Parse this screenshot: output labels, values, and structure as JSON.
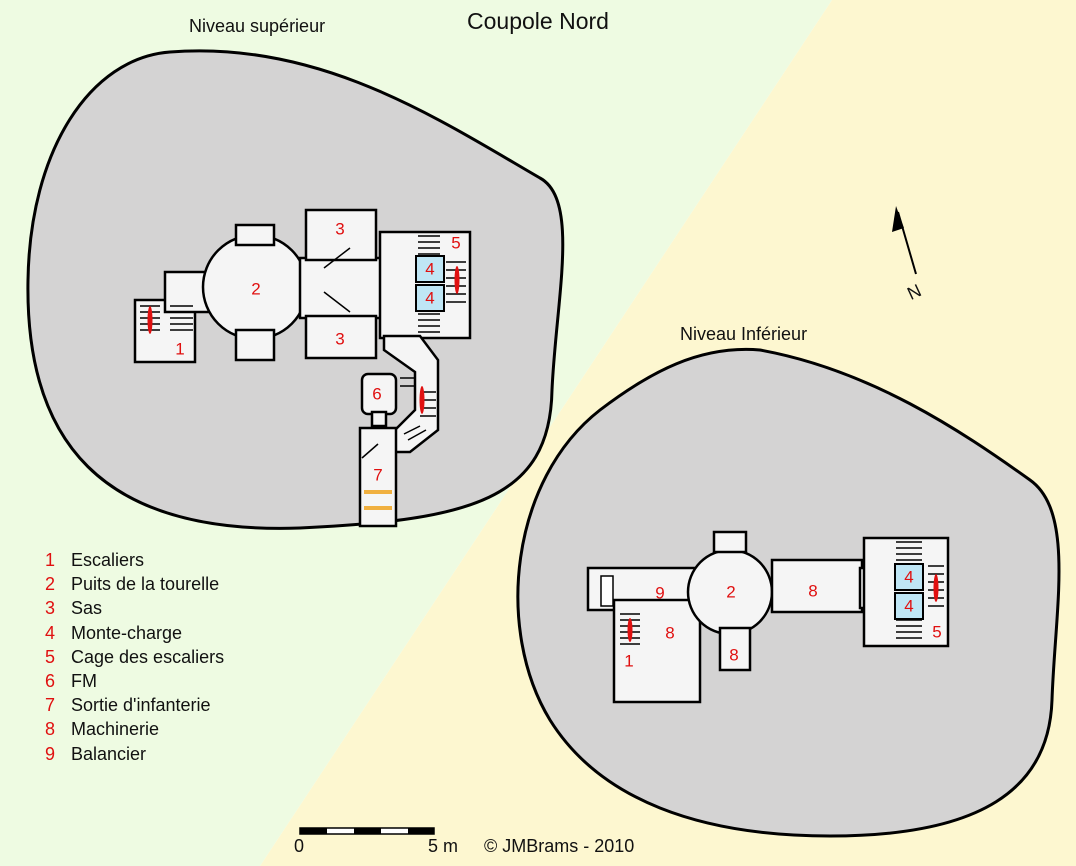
{
  "title": "Coupole Nord",
  "upper_level_label": "Niveau supérieur",
  "lower_level_label": "Niveau Inférieur",
  "north_label": "N",
  "legend": [
    {
      "num": "1",
      "text": "Escaliers"
    },
    {
      "num": "2",
      "text": "Puits de la tourelle"
    },
    {
      "num": "3",
      "text": "Sas"
    },
    {
      "num": "4",
      "text": "Monte-charge"
    },
    {
      "num": "5",
      "text": "Cage des escaliers"
    },
    {
      "num": "6",
      "text": "FM"
    },
    {
      "num": "7",
      "text": "Sortie d'infanterie"
    },
    {
      "num": "8",
      "text": "Machinerie"
    },
    {
      "num": "9",
      "text": "Balancier"
    }
  ],
  "scale": {
    "start_label": "0",
    "end_label": "5 m"
  },
  "copyright": "©  JMBrams - 2010",
  "colors": {
    "upper_background": "#eefbe2",
    "lower_background": "#fdf7d0",
    "rock": "#d4d3d3",
    "room": "#f5f5f5",
    "walls": "#000000",
    "room_numbers": "#e01010",
    "lift": "#bfe6f5",
    "door": "#f0b040"
  }
}
